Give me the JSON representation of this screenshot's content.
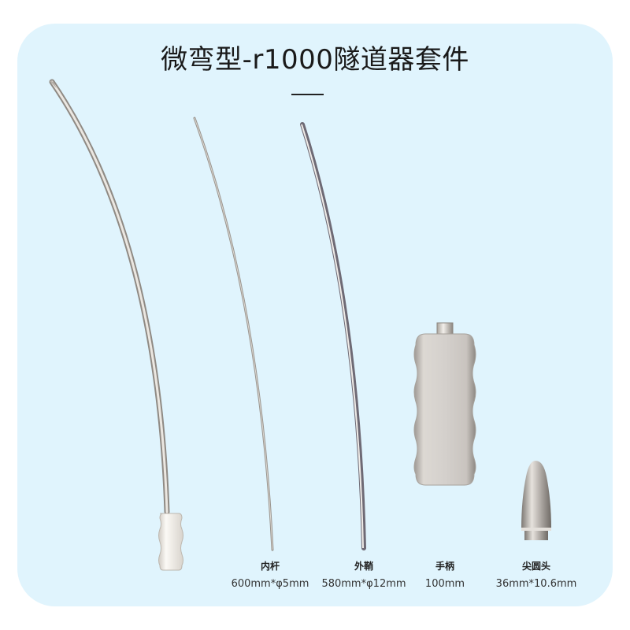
{
  "title": "微弯型-r1000隧道器套件",
  "colors": {
    "background": "#ffffff",
    "panel": "#e0f4fd",
    "text": "#1a1a1a",
    "metal_light": "#e8e4df",
    "metal_dark": "#8a8580"
  },
  "components": [
    {
      "name": "内杆",
      "size": "600mm*φ5mm"
    },
    {
      "name": "外鞘",
      "size": "580mm*φ12mm"
    },
    {
      "name": "手柄",
      "size": "100mm"
    },
    {
      "name": "尖圆头",
      "size": "36mm*10.6mm"
    }
  ]
}
